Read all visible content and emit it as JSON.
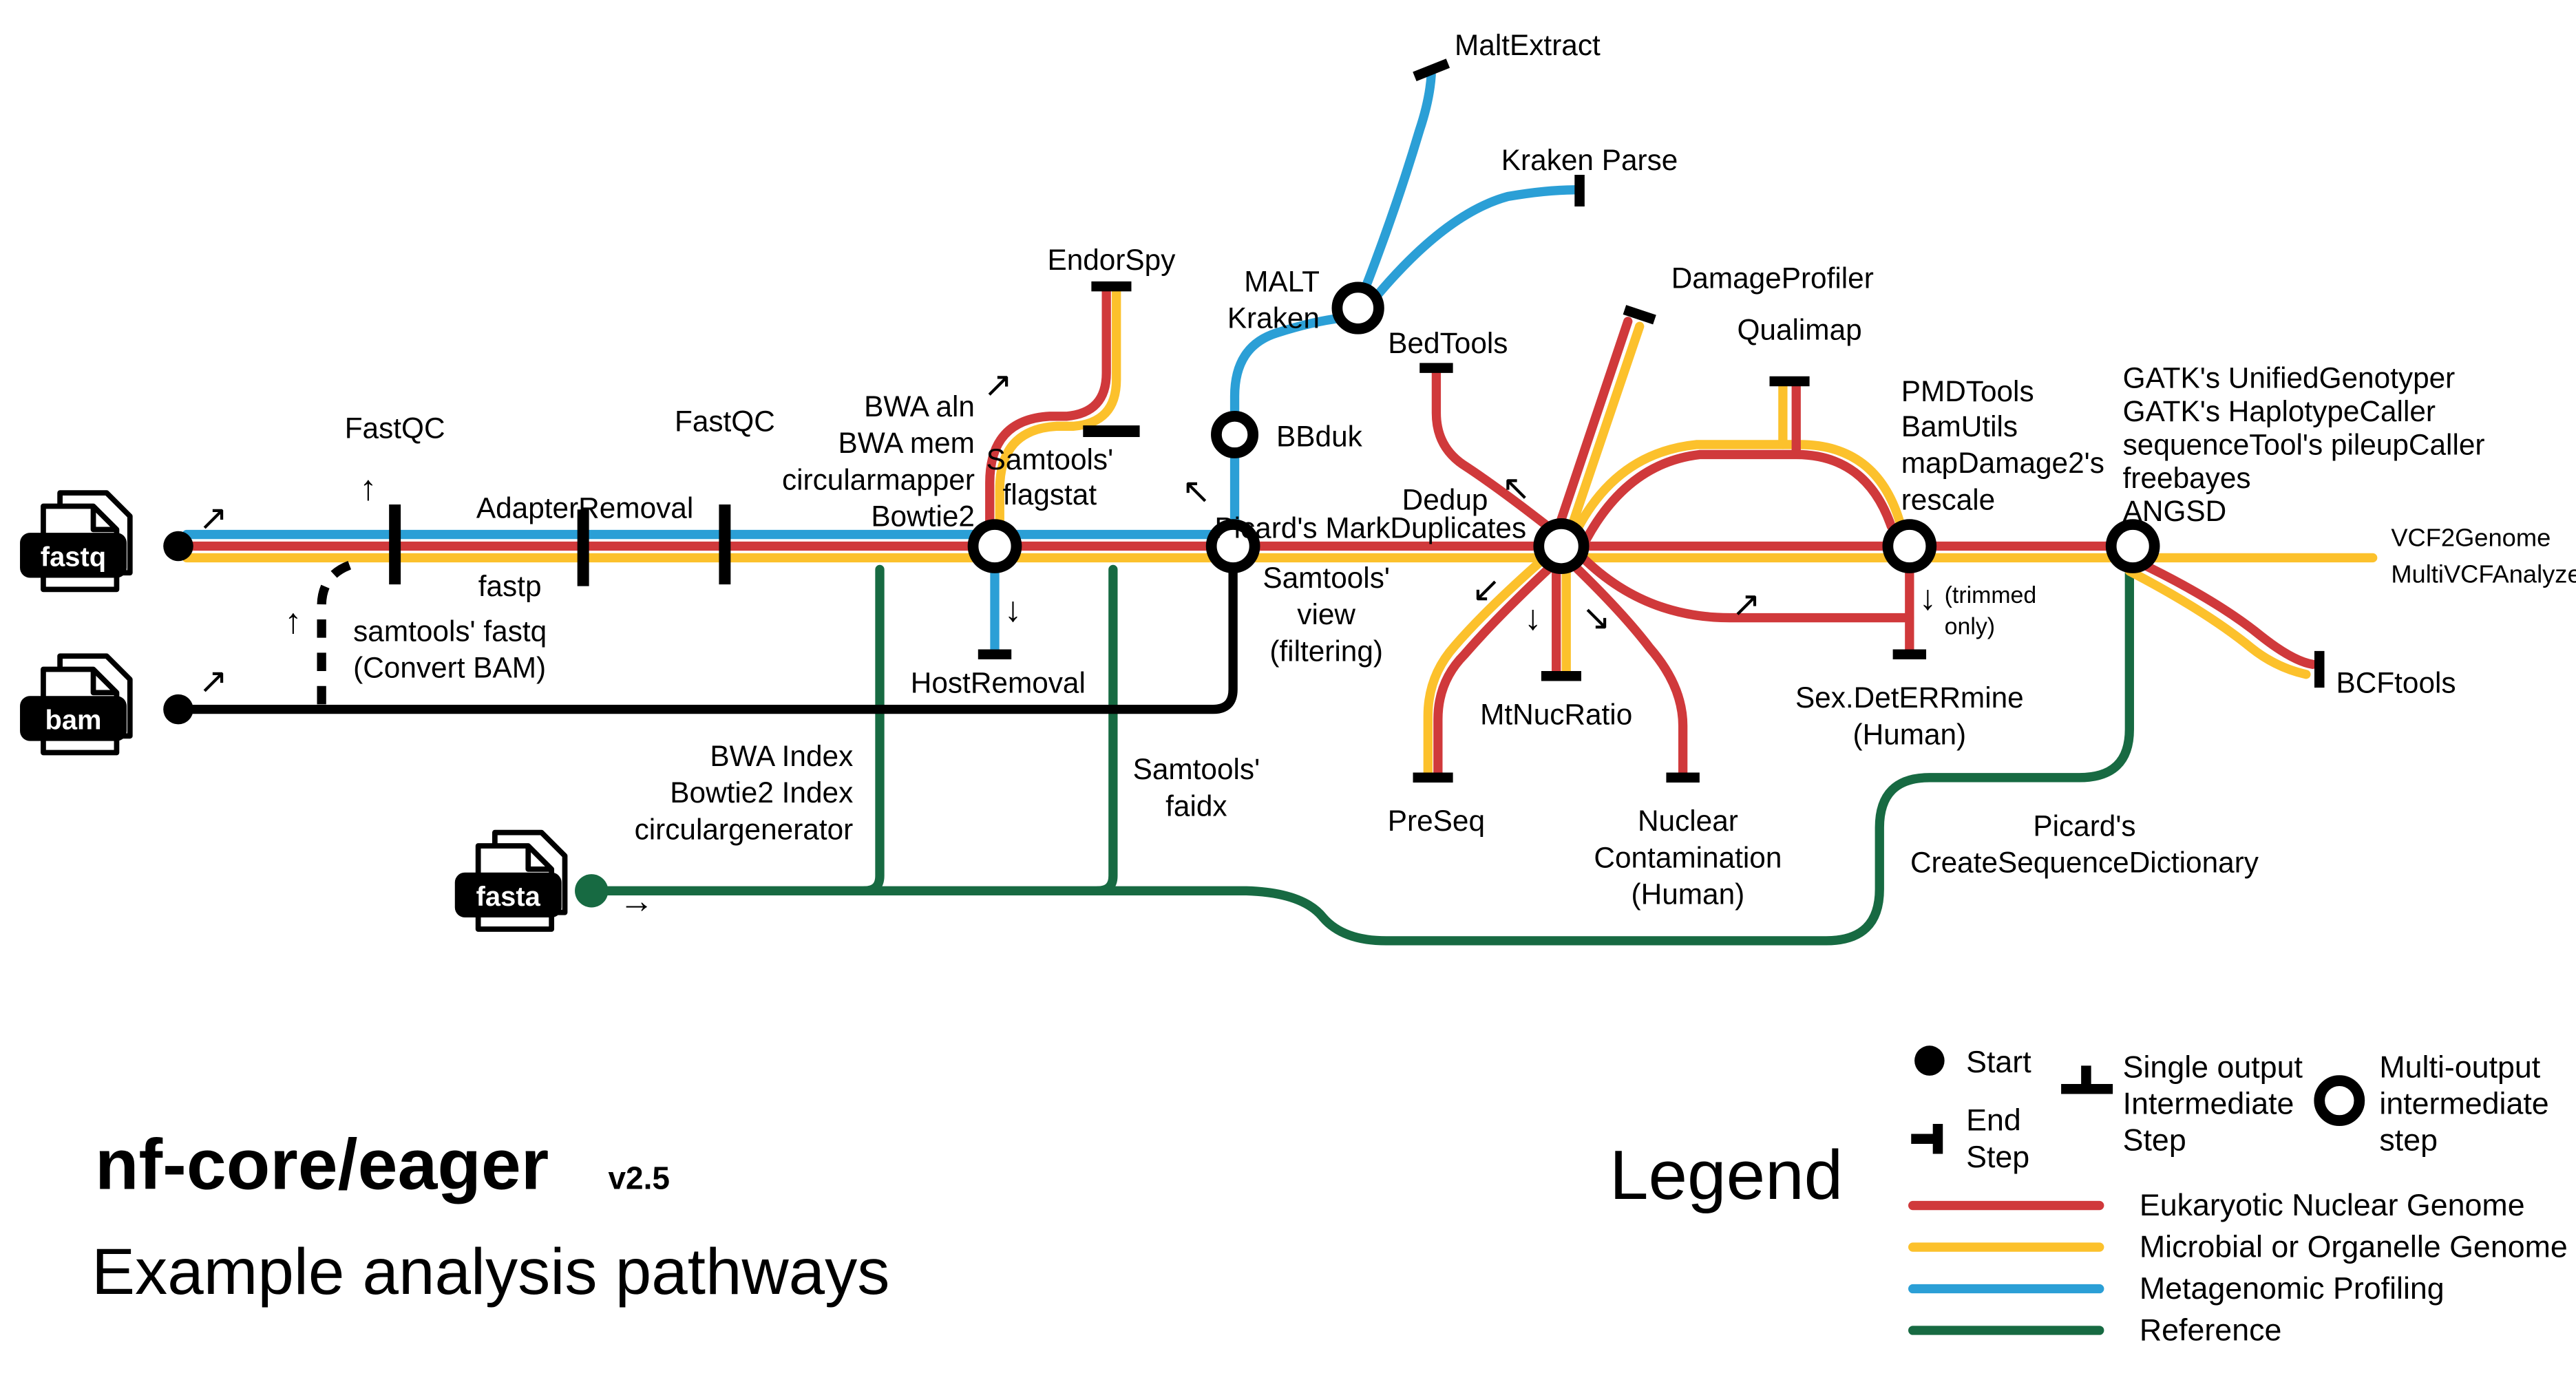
{
  "colors": {
    "red": "#d0393b",
    "yellow": "#fcc12c",
    "blue": "#2b9fd6",
    "green": "#176a42",
    "black": "#000000"
  },
  "title": {
    "name": "nf-core/eager",
    "version": "v2.5",
    "subtitle": "Example analysis pathways"
  },
  "files": {
    "fastq": "fastq",
    "bam": "bam",
    "fasta": "fasta"
  },
  "stations": {
    "maltextract": "MaltExtract",
    "kraken_parse": "Kraken Parse",
    "malt_line1": "MALT",
    "malt_line2": "Kraken",
    "endorspy": "EndorSpy",
    "bbduk": "BBduk",
    "fastqc_1": "FastQC",
    "fastqc_2": "FastQC",
    "adapterremoval": "AdapterRemoval",
    "fastp": "fastp",
    "convertbam_line1": "samtools' fastq",
    "convertbam_line2": "(Convert BAM)",
    "mappers_line1": "BWA aln",
    "mappers_line2": "BWA mem",
    "mappers_line3": "circularmapper",
    "mappers_line4": "Bowtie2",
    "flagstat_line1": "Samtools'",
    "flagstat_line2": "flagstat",
    "hostremoval": "HostRemoval",
    "index_line1": "BWA Index",
    "index_line2": "Bowtie2 Index",
    "index_line3": "circulargenerator",
    "faidx_line1": "Samtools'",
    "faidx_line2": "faidx",
    "filtering_line1": "Samtools'",
    "filtering_line2": "view",
    "filtering_line3": "(filtering)",
    "dedup": "Dedup",
    "markduplicates": "Picard's MarkDuplicates",
    "bedtools": "BedTools",
    "damageprofiler": "DamageProfiler",
    "qualimap": "Qualimap",
    "mtnucratio": "MtNucRatio",
    "preseq": "PreSeq",
    "nuccontam_line1": "Nuclear",
    "nuccontam_line2": "Contamination",
    "nuccontam_line3": "(Human)",
    "sexdet_line1": "Sex.DetERRmine",
    "sexdet_line2": "(Human)",
    "pmd_line1": "PMDTools",
    "pmd_line2": "BamUtils",
    "pmd_line3": "mapDamage2's",
    "pmd_line4": "rescale",
    "trimmed_line1": "(trimmed",
    "trimmed_line2": "only)",
    "genotypers_line1": "GATK's UnifiedGenotyper",
    "genotypers_line2": "GATK's HaplotypeCaller",
    "genotypers_line3": "sequenceTool's pileupCaller",
    "genotypers_line4": "freebayes",
    "genotypers_line5": "ANGSD",
    "vcf_line1": "VCF2Genome",
    "vcf_line2": "MultiVCFAnalyzer",
    "bcftools": "BCFtools",
    "createdict_line1": "Picard's",
    "createdict_line2": "CreateSequenceDictionary"
  },
  "legend": {
    "heading": "Legend",
    "start": "Start",
    "end_line1": "End",
    "end_line2": "Step",
    "single_line1": "Single output",
    "single_line2": "Intermediate",
    "single_line3": "Step",
    "multi_line1": "Multi-output",
    "multi_line2": "intermediate",
    "multi_line3": "step",
    "line_labels": {
      "red": "Eukaryotic Nuclear Genome",
      "yellow": "Microbial or Organelle Genome",
      "blue": "Metagenomic Profiling",
      "green": "Reference"
    }
  },
  "arrows": [
    "↗",
    "↑",
    "↑",
    "↗",
    "→",
    "↗",
    "↓",
    "↖",
    "↖",
    "↙",
    "↓",
    "↘",
    "↗",
    "↓"
  ]
}
